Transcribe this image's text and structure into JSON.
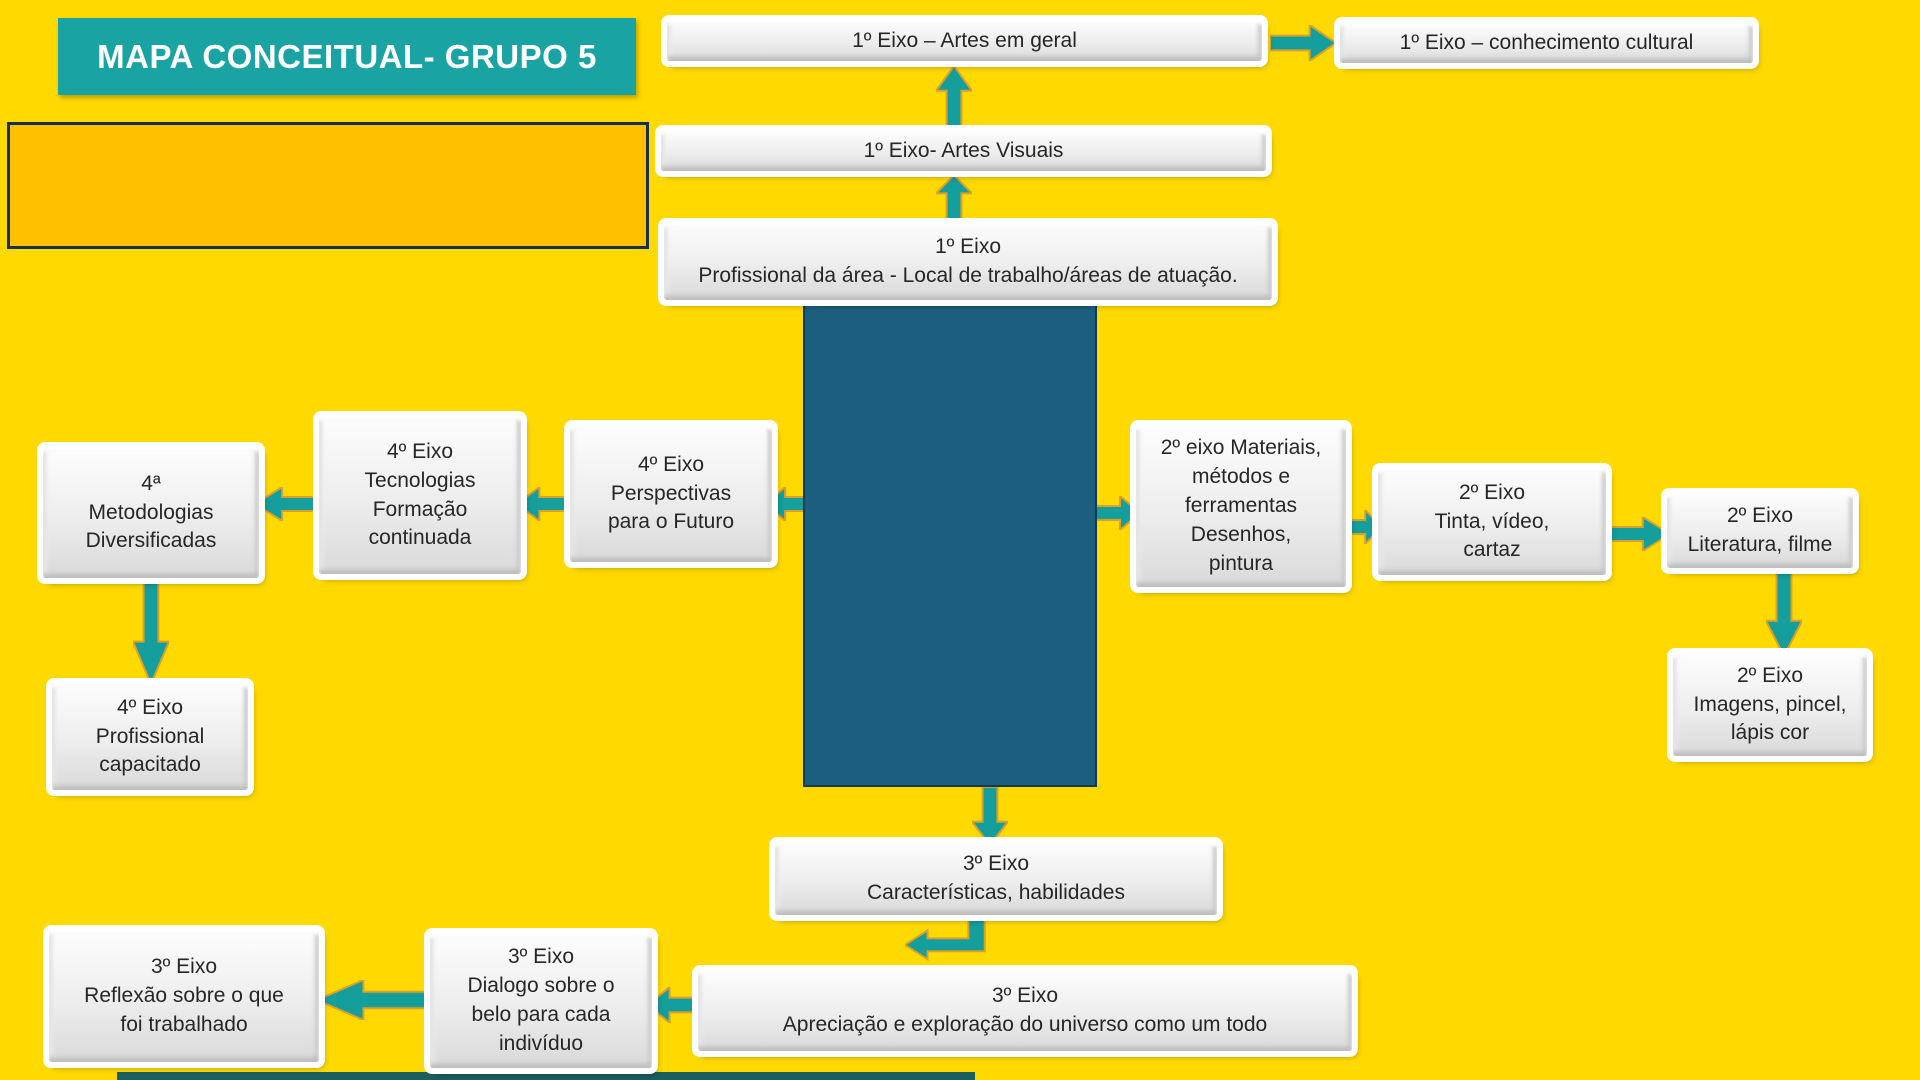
{
  "title": "MAPA CONCEITUAL- GRUPO 5",
  "colors": {
    "background": "#FFD900",
    "title_bg": "#1AA3A3",
    "title_text": "#FFFFFF",
    "gold_box": "#FFC000",
    "gold_box_border": "#17304F",
    "center_box": "#1B5E7E",
    "arrow": "#149E9C",
    "arrow_outline": "#D9A02B",
    "node_text": "#262626"
  },
  "nodes": {
    "artes_geral": "1º Eixo – Artes em geral",
    "conhecimento": "1º Eixo – conhecimento cultural",
    "artes_visuais": "1º Eixo- Artes Visuais",
    "profissional": "1º Eixo\nProfissional da área - Local de trabalho/áreas de atuação.",
    "materiais": "2º eixo Materiais,\nmétodos e\nferramentas\nDesenhos,\npintura",
    "tinta": "2º Eixo\nTinta, vídeo,\ncartaz",
    "literatura": "2º Eixo\nLiteratura, filme",
    "imagens": "2º Eixo\nImagens, pincel,\nlápis cor",
    "caracteristicas": "3º Eixo\nCaracterísticas, habilidades",
    "apreciacao": "3º Eixo\nApreciação e exploração do universo como um todo",
    "dialogo": "3º Eixo\nDialogo sobre o\nbelo para cada\nindivíduo",
    "reflexao": "3º Eixo\nReflexão sobre o que\nfoi trabalhado",
    "perspectivas": "4º Eixo\nPerspectivas\npara o Futuro",
    "tecnologias": "4º Eixo\nTecnologias\nFormação\ncontinuada",
    "metodologias": "4ª\nMetodologias\nDiversificadas",
    "capacitado": "4º Eixo\nProfissional\ncapacitado"
  }
}
